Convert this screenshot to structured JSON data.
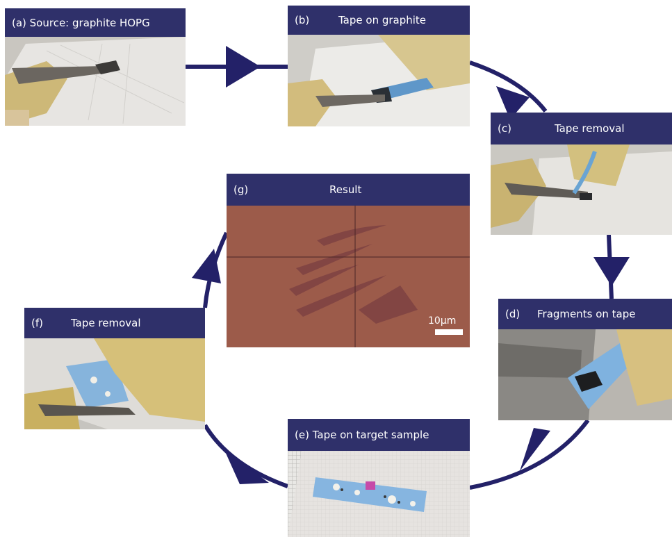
{
  "colors": {
    "header": "#2f306a",
    "arrow": "#232168"
  },
  "panels": {
    "a": {
      "label": "(a) Source: graphite HOPG"
    },
    "b": {
      "label": "(b)",
      "title": "Tape on graphite"
    },
    "c": {
      "label": "(c)",
      "title": "Tape removal"
    },
    "d": {
      "label": "(d)",
      "title": "Fragments on tape"
    },
    "e": {
      "label": "(e) Tape on target sample"
    },
    "f": {
      "label": "(f)",
      "title": "Tape removal"
    },
    "g": {
      "label": "(g)",
      "title": "Result",
      "scale_bar": "10µm"
    }
  }
}
